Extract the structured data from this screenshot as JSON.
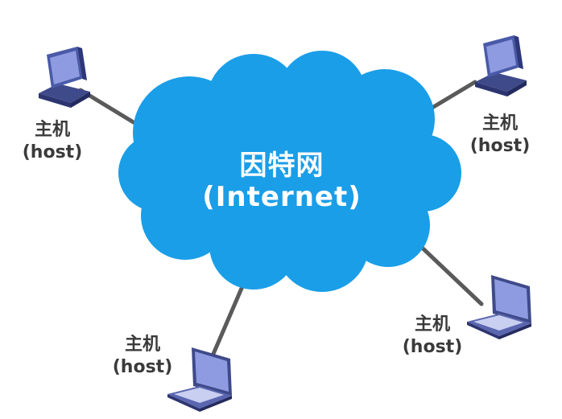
{
  "cloud": {
    "title_cn": "因特网",
    "title_en": "(Internet)"
  },
  "hosts": [
    {
      "name": "主机",
      "sub": "(host)",
      "device": "desktop-computer"
    },
    {
      "name": "主机",
      "sub": "(host)",
      "device": "desktop-computer"
    },
    {
      "name": "主机",
      "sub": "(host)",
      "device": "laptop"
    },
    {
      "name": "主机",
      "sub": "(host)",
      "device": "laptop"
    }
  ],
  "colors": {
    "cloud": "#1a9ee8",
    "cloud_edge": "#1286cf",
    "link": "#5a5a5a",
    "label": "#3a3a3a"
  }
}
